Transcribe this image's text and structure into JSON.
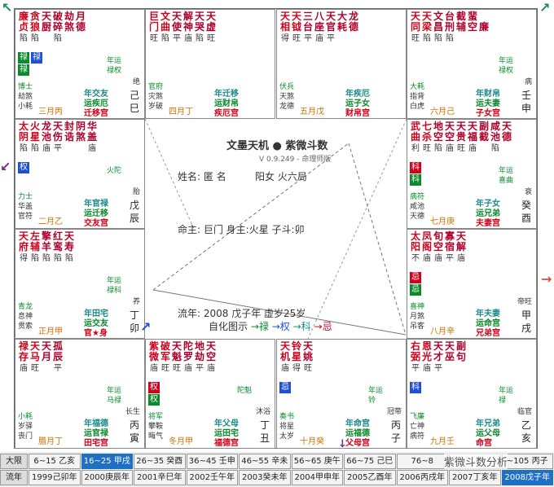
{
  "colors": {
    "red": "#d0021b",
    "blue": "#1e4fd8",
    "green": "#0a8a2a",
    "darkred": "#b0002a",
    "teal": "#1a8a8a",
    "selected_tab": "#1f6fc4"
  },
  "center": {
    "title": "文墨天机",
    "bullet": "●",
    "subtitle": "紫微斗数",
    "version": "V 0.9.249 - 命理师版",
    "name_line": "姓名: 匿 名",
    "gender_line": "阳女 火六局",
    "mingzhu_line": "命主: 巨门 身主:火星 子斗:卯",
    "liunian_line": "流年: 2008 戊子年 虚岁25岁",
    "legend_label": "自化图示",
    "legend_arrows": [
      "→禄",
      "→权",
      "→科",
      "→忌"
    ]
  },
  "cells": [
    {
      "stars": [
        "廉",
        "贪",
        "天",
        "破",
        "劫",
        "月"
      ],
      "stars2": [
        "贞",
        "狼",
        "厨",
        "碎",
        "煞",
        "德"
      ],
      "bright": [
        "陷",
        "陷",
        "",
        "陷",
        "",
        ""
      ],
      "marks": [
        {
          "t": "禄",
          "c": "green"
        },
        {
          "t": "禄",
          "c": "green"
        },
        {
          "t": "禄",
          "c": "blue"
        }
      ],
      "sg_l": [
        "博士",
        "劫煞",
        "小耗"
      ],
      "sg_r": [
        "年运",
        "禄权"
      ],
      "years": "三月丙",
      "h1": "年交友",
      "h2": "运疾厄",
      "h3": "迁移宫",
      "tag": "绝",
      "gz": [
        "己",
        "巳"
      ]
    },
    {
      "stars": [
        "巨",
        "文",
        "天",
        "解",
        "天",
        "天"
      ],
      "stars2": [
        "门",
        "曲",
        "使",
        "神",
        "哭",
        "虚"
      ],
      "bright": [
        "旺",
        "陷",
        "平",
        "庙",
        "陷",
        "旺"
      ],
      "marks": [],
      "sg_l": [
        "官府",
        "灾煞",
        "岁破"
      ],
      "sg_r": [],
      "years": "四月丁",
      "h1": "年迁移",
      "h2": "运财帛",
      "h3": "疾厄宫",
      "tag": "",
      "gz": []
    },
    {
      "stars": [
        "天",
        "天",
        "三",
        "八",
        "天",
        "大",
        "龙"
      ],
      "stars2": [
        "相",
        "钺",
        "台",
        "座",
        "官",
        "耗",
        "德"
      ],
      "bright": [
        "得",
        "旺",
        "平",
        "庙",
        "平",
        "",
        ""
      ],
      "marks": [],
      "sg_l": [
        "伏兵",
        "天煞",
        "龙德"
      ],
      "sg_r": [],
      "years": "五月戊",
      "h1": "年疾厄",
      "h2": "运子女",
      "h3": "财帛宫",
      "tag": "",
      "gz": []
    },
    {
      "stars": [
        "天",
        "天",
        "文",
        "台",
        "截",
        "蜚"
      ],
      "stars2": [
        "同",
        "梁",
        "昌",
        "刑",
        "辅",
        "空",
        "廉"
      ],
      "bright": [
        "旺",
        "陷",
        "陷",
        "陷",
        "",
        "",
        ""
      ],
      "marks": [],
      "sg_l": [
        "大耗",
        "指背",
        "白虎"
      ],
      "sg_r": [
        "年运",
        "禄权"
      ],
      "years": "六月己",
      "h1": "年财帛",
      "h2": "运夫妻",
      "h3": "子女宫",
      "tag": "病",
      "gz": [
        "壬",
        "申"
      ]
    },
    {
      "stars": [
        "太",
        "火",
        "龙",
        "天",
        "封",
        "阴",
        "华"
      ],
      "stars2": [
        "阴",
        "星",
        "池",
        "伤",
        "诰",
        "煞",
        "盖"
      ],
      "bright": [
        "陷",
        "陷",
        "庙",
        "平",
        "",
        "",
        "庙"
      ],
      "marks": [
        {
          "t": "权",
          "c": "blue"
        }
      ],
      "sg_l": [
        "力士",
        "华盖",
        "官符"
      ],
      "sg_r": [
        "火陀"
      ],
      "years": "二月乙",
      "h1": "年官禄",
      "h2": "运迁移",
      "h3": "交友宫",
      "tag": "胎",
      "gz": [
        "戊",
        "辰"
      ]
    },
    {
      "stars": [
        "武",
        "七",
        "地",
        "天",
        "天",
        "天",
        "副",
        "咸",
        "天"
      ],
      "stars2": [
        "曲",
        "杀",
        "空",
        "空",
        "贵",
        "福",
        "截",
        "池",
        "德"
      ],
      "bright": [
        "利",
        "旺",
        "陷",
        "庙",
        "旺",
        "庙",
        "",
        "陷",
        ""
      ],
      "marks": [
        {
          "t": "科",
          "c": "red"
        },
        {
          "t": "科",
          "c": "green"
        }
      ],
      "sg_l": [
        "病符",
        "咸池",
        "天德"
      ],
      "sg_r": [
        "年运",
        "喜曲"
      ],
      "years": "七月庚",
      "h1": "年子女",
      "h2": "运兄弟",
      "h3": "夫妻宫",
      "tag": "衰",
      "gz": [
        "癸",
        "酉"
      ]
    },
    {
      "stars": [
        "天",
        "左",
        "擎",
        "红",
        "天"
      ],
      "stars2": [
        "府",
        "辅",
        "羊",
        "鸾",
        "寿"
      ],
      "bright": [
        "得",
        "陷",
        "陷",
        "陷",
        "陷"
      ],
      "marks": [],
      "sg_l": [
        "青龙",
        "息神",
        "贯索"
      ],
      "sg_r": [
        "年运",
        "禄科"
      ],
      "years": "正月甲",
      "h1": "年田宅",
      "h2": "运交友",
      "h3": "官★身",
      "tag": "养",
      "gz": [
        "丁",
        "卯"
      ]
    },
    {
      "stars": [
        "太",
        "凤",
        "旬",
        "寡",
        "天"
      ],
      "stars2": [
        "阳",
        "阁",
        "空",
        "宿",
        "解"
      ],
      "bright": [
        "不",
        "庙",
        "庙",
        "平",
        "庙"
      ],
      "marks": [
        {
          "t": "忌",
          "c": "red"
        },
        {
          "t": "忌",
          "c": "green"
        }
      ],
      "sg_l": [
        "喜神",
        "月煞",
        "吊客"
      ],
      "sg_r": [],
      "years": "八月辛",
      "h1": "年夫妻",
      "h2": "运命宫",
      "h3": "兄弟宫",
      "tag": "帝旺",
      "gz": [
        "甲",
        "戌"
      ]
    },
    {
      "stars": [
        "禄",
        "天",
        "天",
        "孤"
      ],
      "stars2": [
        "存",
        "马",
        "月",
        "辰"
      ],
      "bright": [
        "庙",
        "旺",
        "",
        "平"
      ],
      "marks": [],
      "sg_l": [
        "小耗",
        "岁驿",
        "丧门"
      ],
      "sg_r": [
        "年运",
        "马禄"
      ],
      "years": "腊月丁",
      "h1": "年福德",
      "h2": "运官禄",
      "h3": "田宅宫",
      "tag": "长生",
      "gz": [
        "丙",
        "寅"
      ]
    },
    {
      "stars": [
        "紫",
        "破",
        "天",
        "陀",
        "地",
        "天"
      ],
      "stars2": [
        "微",
        "军",
        "魁",
        "罗",
        "劫",
        "空"
      ],
      "bright": [
        "庙",
        "旺",
        "旺",
        "庙",
        "平",
        "庙"
      ],
      "marks": [
        {
          "t": "权",
          "c": "red"
        },
        {
          "t": "权",
          "c": "green"
        }
      ],
      "sg_l": [
        "将军",
        "攀鞍",
        "晦气"
      ],
      "sg_r": [
        "陀魁"
      ],
      "years": "冬月甲",
      "h1": "年父母",
      "h2": "运田宅",
      "h3": "福德宫",
      "tag": "沐浴",
      "gz": [
        "丁",
        "丑"
      ]
    },
    {
      "stars": [
        "天",
        "铃",
        "天"
      ],
      "stars2": [
        "机",
        "星",
        "姚"
      ],
      "bright": [
        "庙",
        "得",
        "旺"
      ],
      "marks": [
        {
          "t": "忌",
          "c": "blue"
        }
      ],
      "sg_l": [
        "奏书",
        "将星",
        "太岁"
      ],
      "sg_r": [
        "年运",
        "铃"
      ],
      "years": "十月癸",
      "h1": "年命宫",
      "h2": "运福德",
      "h3": "父母宫",
      "tag": "冠带",
      "gz": [
        "丙",
        "子"
      ]
    },
    {
      "stars": [
        "右",
        "恩",
        "天",
        "天",
        "副"
      ],
      "stars2": [
        "弼",
        "光",
        "才",
        "巫",
        "句"
      ],
      "bright": [
        "平",
        "庙",
        "平",
        "",
        ""
      ],
      "marks": [
        {
          "t": "科",
          "c": "blue"
        }
      ],
      "sg_l": [
        "飞廉",
        "亡神",
        "病符"
      ],
      "sg_r": [
        "年运",
        "禄"
      ],
      "years": "九月壬",
      "h1": "年兄弟",
      "h2": "运父母",
      "h3": "命宫",
      "tag": "临官",
      "gz": [
        "乙",
        "亥"
      ]
    }
  ],
  "bottom": {
    "label1": "大限",
    "label2": "流年",
    "daxian": [
      "6~15 乙亥",
      "16~25 甲戌",
      "26~35 癸酉",
      "36~45 壬申",
      "46~55 辛未",
      "56~65 庚午",
      "66~75 己巳",
      "76~8",
      "",
      "~105 丙子"
    ],
    "liunian": [
      "1999己卯年",
      "2000庚辰年",
      "2001辛巳年",
      "2002壬午年",
      "2003癸未年",
      "2004甲申年",
      "2005乙酉年",
      "2006丙戌年",
      "2007丁亥年",
      "2008戊子年"
    ],
    "watermark": "紫微斗数分析"
  }
}
